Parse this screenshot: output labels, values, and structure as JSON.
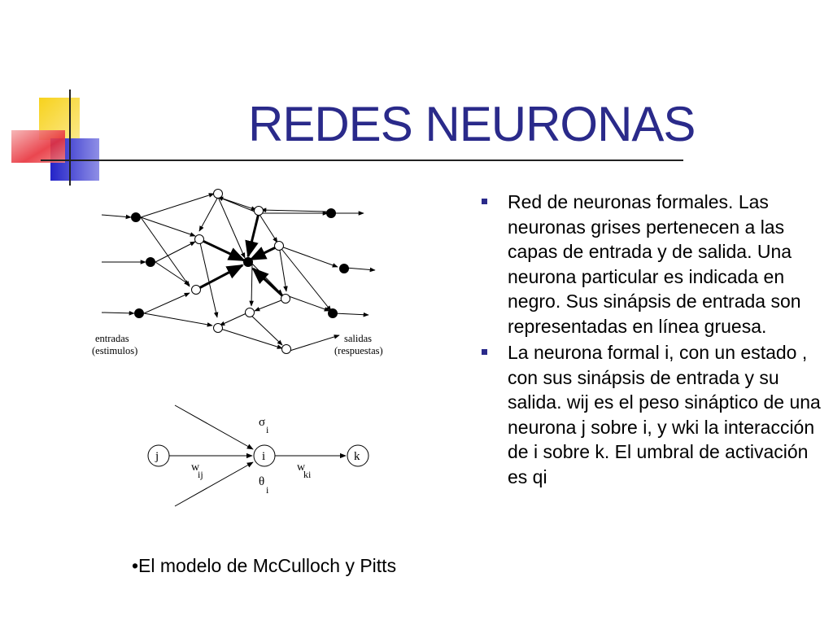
{
  "slide": {
    "title": "REDES NEURONAS",
    "bullets": [
      "Red de neuronas formales. Las neuronas grises pertenecen a las capas de entrada y de salida. Una neurona particular es indicada en negro. Sus sinápsis de entrada son representadas en línea gruesa.",
      "La neurona formal i, con un estado  , con sus sinápsis de entrada y su salida. wij es el peso sináptico de una neurona j sobre i, y wki la interacción de i sobre k. El umbral de activación es qi"
    ],
    "caption": "•El modelo de McCulloch y Pitts"
  },
  "network": {
    "input_label_1": "entradas",
    "input_label_2": "(estimulos)",
    "output_label_1": "salidas",
    "output_label_2": "(respuestas)"
  },
  "model": {
    "node_j": "j",
    "node_i": "i",
    "node_k": "k",
    "sigma": "σ",
    "sigma_sub": "i",
    "w_in": "w",
    "w_in_sub": "ij",
    "w_out": "w",
    "w_out_sub": "ki",
    "theta": "θ",
    "theta_sub": "i"
  },
  "colors": {
    "title": "#2a2a8a",
    "bullet": "#2a2a8a",
    "deco_yellow": "#f7d21c",
    "deco_blue": "#2323c8",
    "deco_red": "#e8323c"
  }
}
